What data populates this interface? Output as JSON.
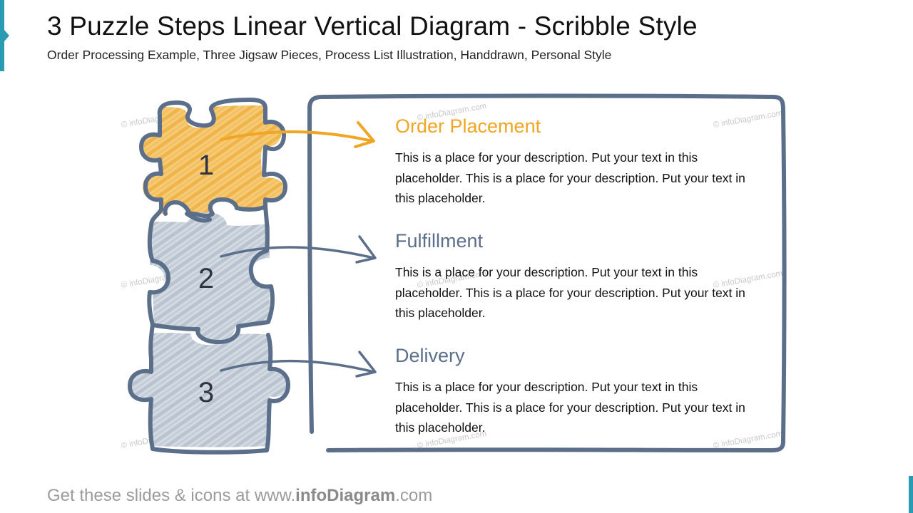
{
  "slide": {
    "title": "3 Puzzle Steps Linear Vertical Diagram - Scribble Style",
    "subtitle": "Order Processing Example, Three Jigsaw Pieces, Process List Illustration, Handdrawn, Personal Style"
  },
  "steps": [
    {
      "number": "1",
      "title": "Order Placement",
      "description": "This is a place for your description. Put your text in this placeholder. This is a place for your description. Put your text in this placeholder.",
      "color": "#f0a623",
      "fill": "#f5c66e"
    },
    {
      "number": "2",
      "title": "Fulfillment",
      "description": "This is a place for your description. Put your text in this placeholder. This is a place for your description. Put your text in this placeholder.",
      "color": "#5b6f8a",
      "fill": "#c6cfd9"
    },
    {
      "number": "3",
      "title": "Delivery",
      "description": "This is a place for your description. Put your text in this placeholder. This is a place for your description. Put your text in this placeholder.",
      "color": "#5b6f8a",
      "fill": "#c6cfd9"
    }
  ],
  "watermark": "© infoDiagram.com",
  "footer": {
    "prefix": "Get these slides & icons at www.",
    "brand": "infoDiagram",
    "suffix": ".com"
  },
  "colors": {
    "accent": "#2a9bb1",
    "outline": "#5b6f8a",
    "highlight": "#f0a623"
  }
}
